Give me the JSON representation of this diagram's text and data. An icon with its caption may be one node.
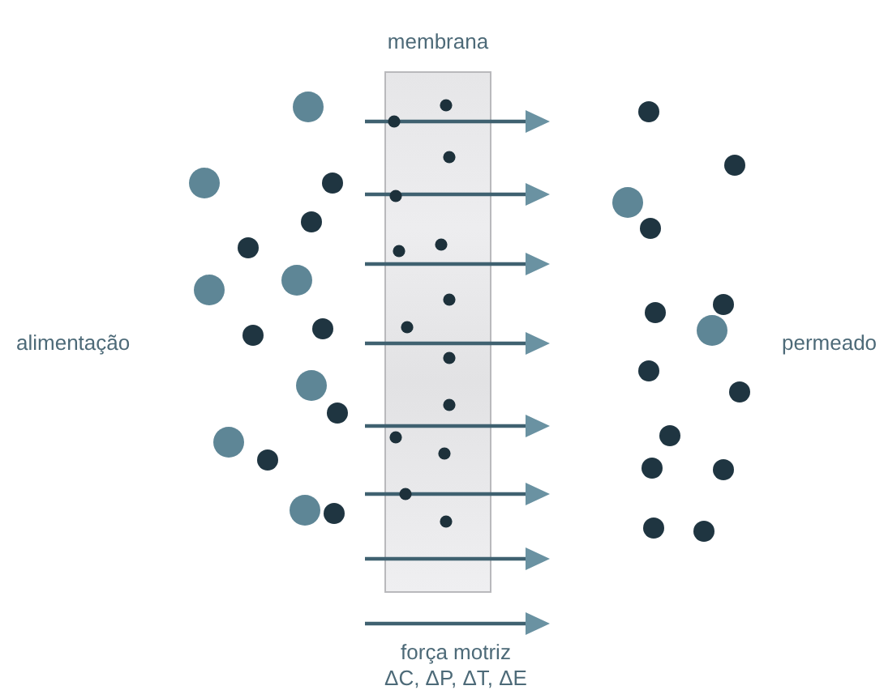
{
  "diagram": {
    "nodes": [
      {
        "text": [
          "membrana"
        ]
      }
    ],
    "labels": [
      "alimentação",
      "permeado",
      "força motriz ΔC, ΔP, ΔT, ΔE"
    ]
  }
}
